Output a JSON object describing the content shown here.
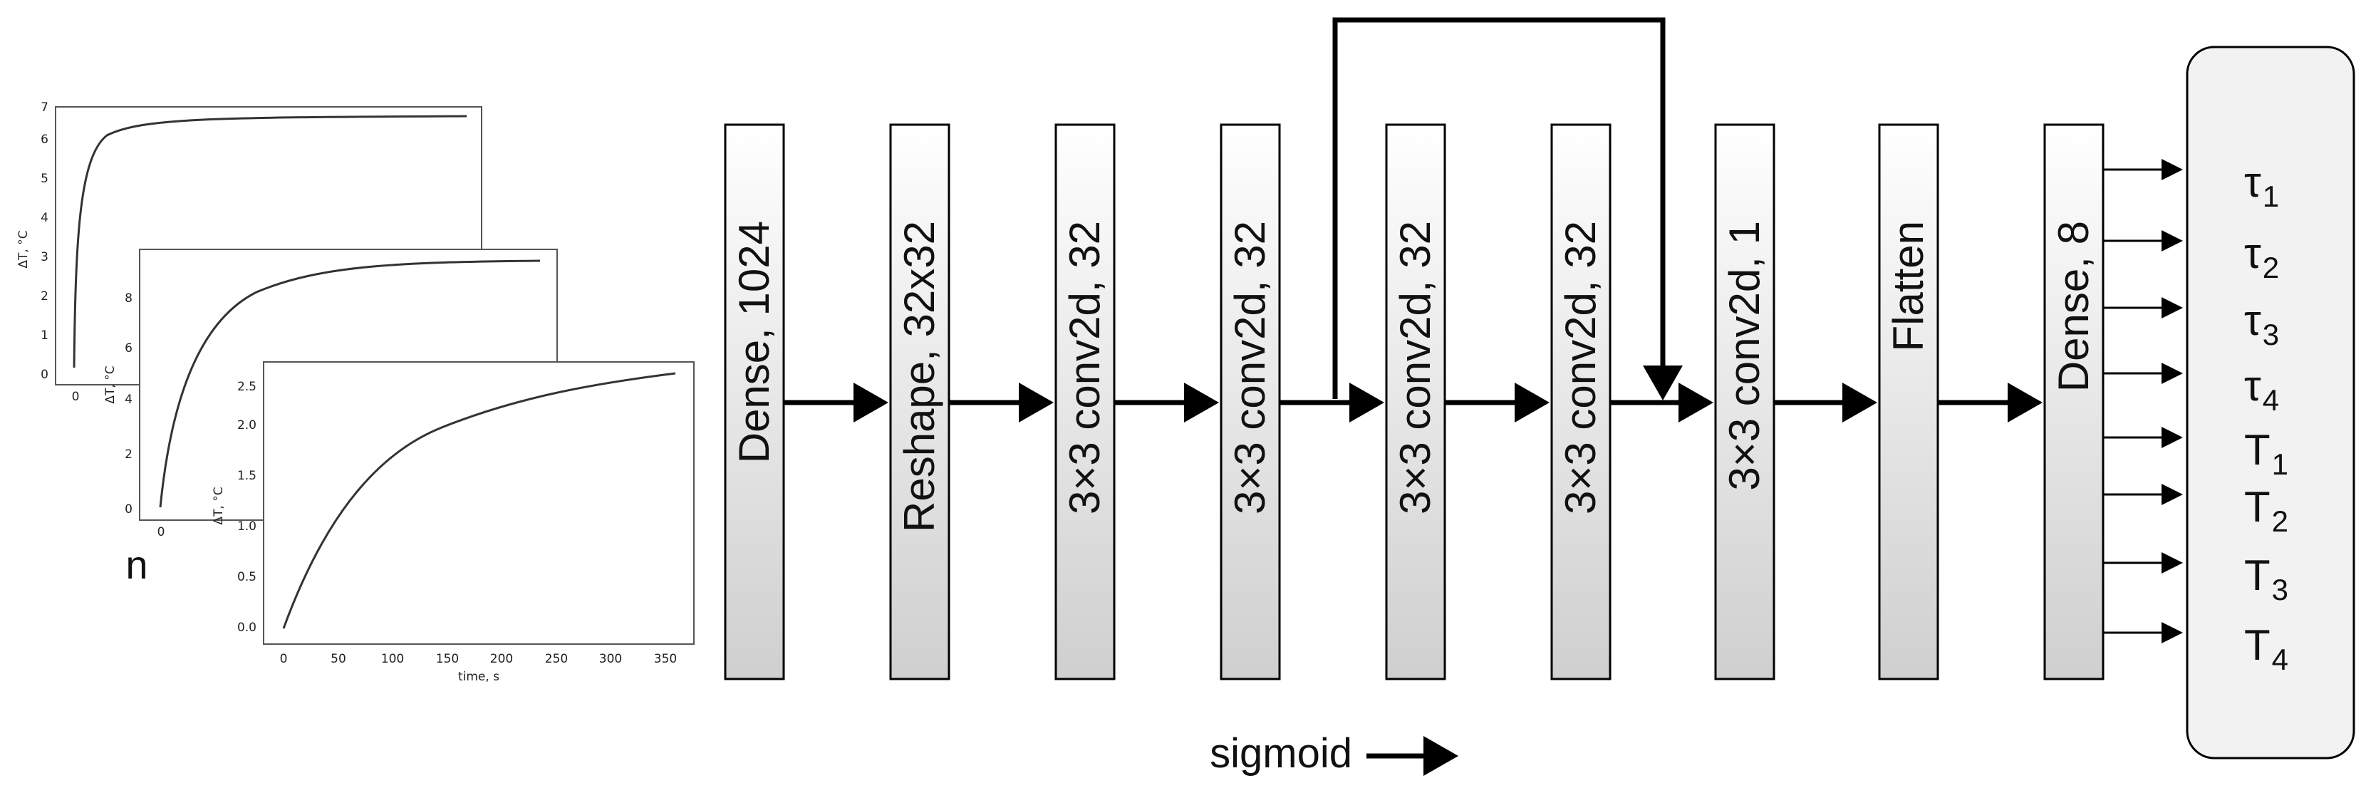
{
  "layers": [
    {
      "label": "Dense, 1024"
    },
    {
      "label": "Reshape, 32x32"
    },
    {
      "label": "3×3 conv2d, 32"
    },
    {
      "label": "3×3 conv2d, 32"
    },
    {
      "label": "3×3 conv2d, 32"
    },
    {
      "label": "3×3 conv2d, 32"
    },
    {
      "label": "3×3 conv2d, 1"
    },
    {
      "label": "Flatten"
    },
    {
      "label": "Dense, 8"
    }
  ],
  "outputs": [
    {
      "symbol": "τ",
      "sub": "1"
    },
    {
      "symbol": "τ",
      "sub": "2"
    },
    {
      "symbol": "τ",
      "sub": "3"
    },
    {
      "symbol": "τ",
      "sub": "4"
    },
    {
      "symbol": "T",
      "sub": "1"
    },
    {
      "symbol": "T",
      "sub": "2"
    },
    {
      "symbol": "T",
      "sub": "3"
    },
    {
      "symbol": "T",
      "sub": "4"
    }
  ],
  "legend": {
    "label": "sigmoid"
  },
  "input_stack": {
    "label": "n"
  },
  "input_plots": [
    {
      "ylabel": "ΔT, °C",
      "xlabel": "",
      "yticks": [
        "0",
        "1",
        "2",
        "3",
        "4",
        "5",
        "6",
        "7"
      ],
      "xticks": [
        "0"
      ]
    },
    {
      "ylabel": "ΔT, °C",
      "xlabel": "",
      "yticks": [
        "0",
        "2",
        "4",
        "6",
        "8"
      ],
      "xticks": [
        "0"
      ]
    },
    {
      "ylabel": "ΔT, °C",
      "xlabel": "time, s",
      "yticks": [
        "0.0",
        "0.5",
        "1.0",
        "1.5",
        "2.0",
        "2.5"
      ],
      "xticks": [
        "0",
        "50",
        "100",
        "150",
        "200",
        "250",
        "300",
        "350"
      ]
    }
  ],
  "colors": {
    "layer_fill_top": "#ffffff",
    "layer_fill_bottom": "#cfcfcf",
    "stroke": "#000000",
    "output_box_fill": "#f2f2f2",
    "curve": "#333333"
  }
}
